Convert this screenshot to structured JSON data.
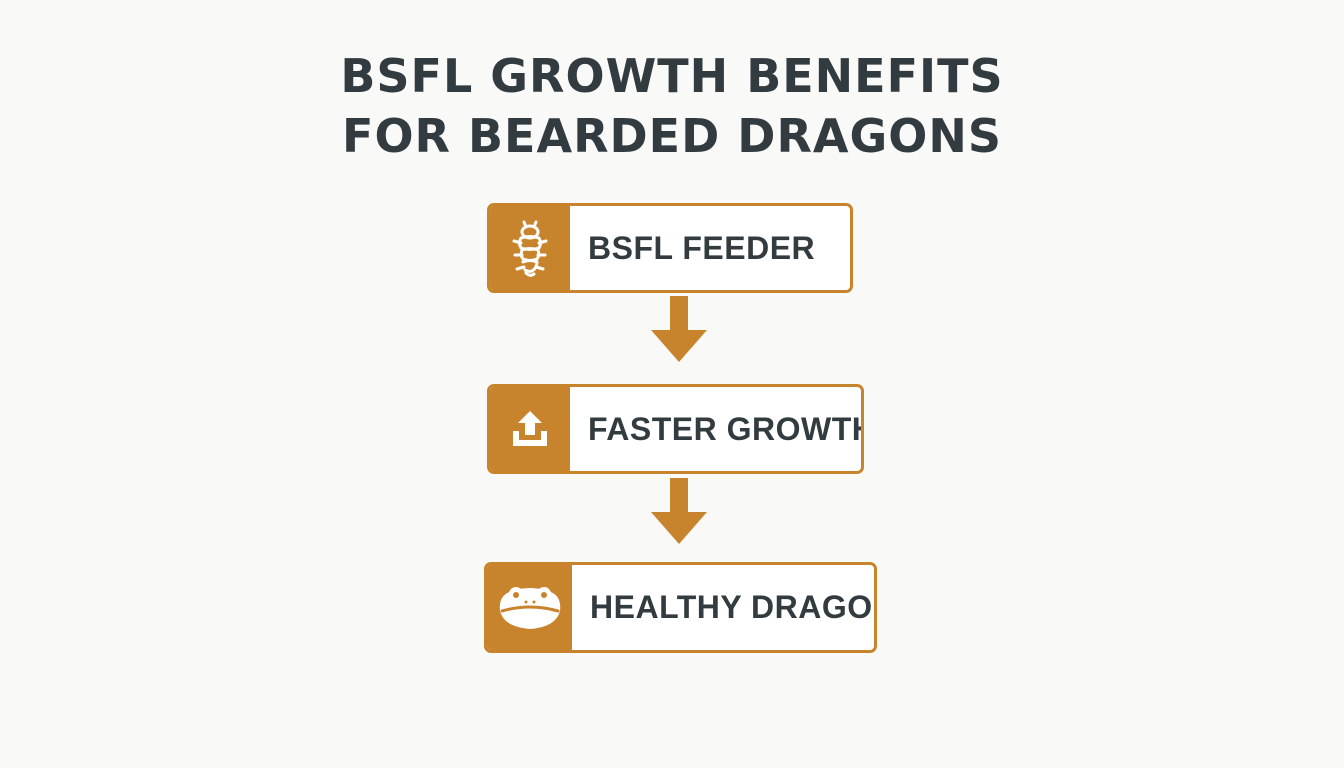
{
  "title": {
    "line1": "BSFL GROWTH BENEFITS",
    "line2": "FOR BEARDED DRAGONS"
  },
  "colors": {
    "accent": "#c8842c",
    "text": "#323b40",
    "background": "#f9f9f8"
  },
  "nodes": [
    {
      "label": "BSFL FEEDER",
      "icon": "larva-icon"
    },
    {
      "label": "FASTER GROWTH",
      "icon": "upload-arrow-icon"
    },
    {
      "label": "HEALTHY DRAGON",
      "icon": "dragon-face-icon"
    }
  ],
  "connectors": [
    {
      "from": "BSFL FEEDER",
      "to": "FASTER GROWTH",
      "icon": "arrow-down-icon"
    },
    {
      "from": "FASTER GROWTH",
      "to": "HEALTHY DRAGON",
      "icon": "arrow-down-icon"
    }
  ]
}
